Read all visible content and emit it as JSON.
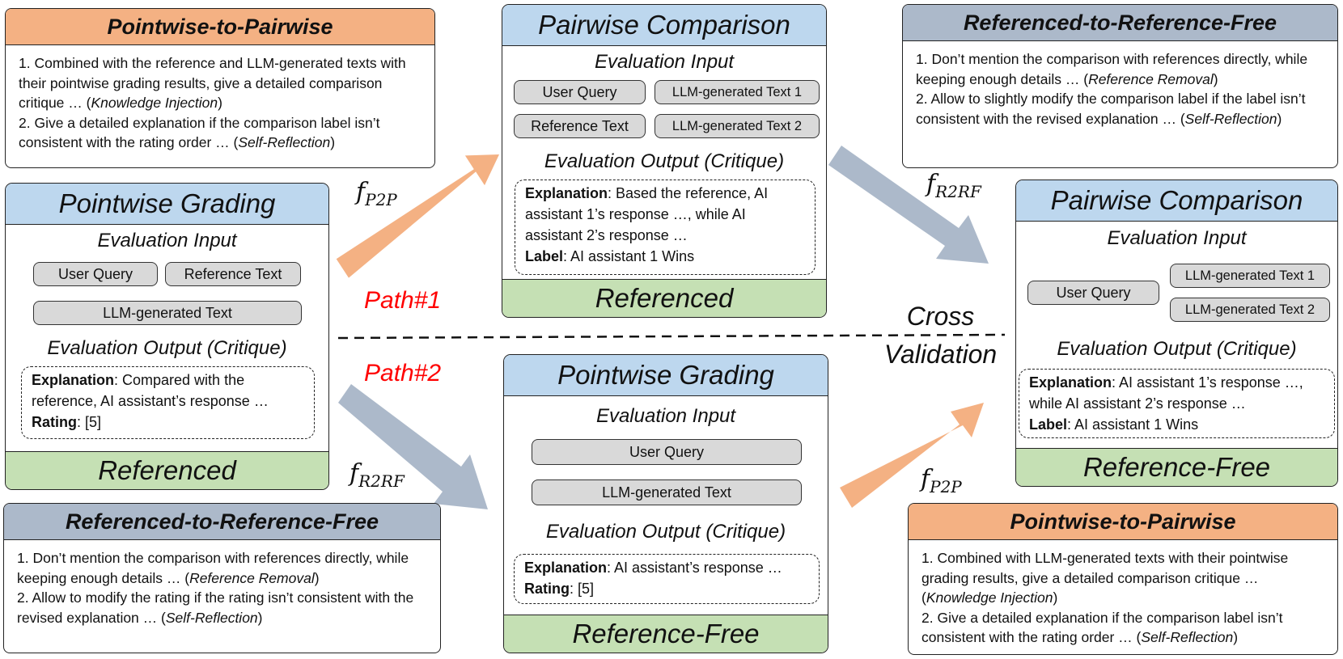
{
  "p2p_rules_top": {
    "title": "Pointwise-to-Pairwise",
    "item1_text": "1. Combined with the reference and LLM-generated texts with their pointwise grading results, give a detailed comparison critique … (",
    "item1_tag": "Knowledge Injection",
    "item2_text": "2. Give a detailed explanation if the comparison label isn’t consistent with the rating order … (",
    "item2_tag": "Self-Reflection"
  },
  "r2rf_rules_top": {
    "title": "Referenced-to-Reference-Free",
    "item1_text": "1. Don’t mention the comparison with references directly, while keeping enough details … (",
    "item1_tag": "Reference Removal",
    "item2_text": "2. Allow to slightly modify the comparison label if the label isn’t consistent with the revised explanation … (",
    "item2_tag": "Self-Reflection"
  },
  "r2rf_rules_bottom": {
    "title": "Referenced-to-Reference-Free",
    "item1_text": "1. Don’t mention the comparison with references directly, while keeping enough details … (",
    "item1_tag": "Reference Removal",
    "item2_text": "2. Allow to modify the rating if the rating isn’t consistent with the revised explanation … (",
    "item2_tag": "Self-Reflection"
  },
  "p2p_rules_bottom": {
    "title": "Pointwise-to-Pairwise",
    "item1_text": "1. Combined with LLM-generated texts with their pointwise grading results, give a detailed comparison critique … (",
    "item1_tag": "Knowledge Injection",
    "item2_text": "2. Give a detailed explanation if the comparison label isn’t consistent with the rating order … (",
    "item2_tag": "Self-Reflection"
  },
  "common": {
    "eval_input": "Evaluation Input",
    "eval_output": "Evaluation Output (Critique)",
    "explanation_label": "Explanation",
    "rating_label": "Rating",
    "label_label": "Label",
    "close_paren": ")"
  },
  "card_left": {
    "title": "Pointwise Grading",
    "inputs": [
      "User Query",
      "Reference Text",
      "LLM-generated Text"
    ],
    "explanation": ": Compared with the reference, AI assistant’s response …",
    "rating": ": [5]",
    "footer": "Referenced"
  },
  "card_top_mid": {
    "title": "Pairwise Comparison",
    "inputs": [
      "User Query",
      "LLM-generated Text 1",
      "Reference Text",
      "LLM-generated Text 2"
    ],
    "explanation": ": Based the reference, AI assistant 1’s response …, while AI assistant 2’s response …",
    "label": ": AI assistant 1 Wins",
    "footer": "Referenced"
  },
  "card_bottom_mid": {
    "title": "Pointwise Grading",
    "inputs": [
      "User Query",
      "LLM-generated Text"
    ],
    "explanation": ": AI assistant’s response …",
    "rating": ": [5]",
    "footer": "Reference-Free"
  },
  "card_right": {
    "title": "Pairwise Comparison",
    "inputs": [
      "User Query",
      "LLM-generated Text 1",
      "LLM-generated Text 2"
    ],
    "explanation": ": AI assistant 1’s response …, while AI assistant 2’s response …",
    "label": ": AI assistant 1 Wins",
    "footer": "Reference-Free"
  },
  "paths": {
    "path1": "Path#1",
    "path2": "Path#2"
  },
  "functions": {
    "p2p_base": "f",
    "p2p_sub": "P2P",
    "r2rf_base": "f",
    "r2rf_sub": "R2RF"
  },
  "cross_validation": {
    "line1": "Cross",
    "line2": "Validation"
  },
  "colors": {
    "orange_arrow": "#f4b183",
    "slate_arrow": "#acb9ca",
    "path_red": "#ff0000"
  }
}
